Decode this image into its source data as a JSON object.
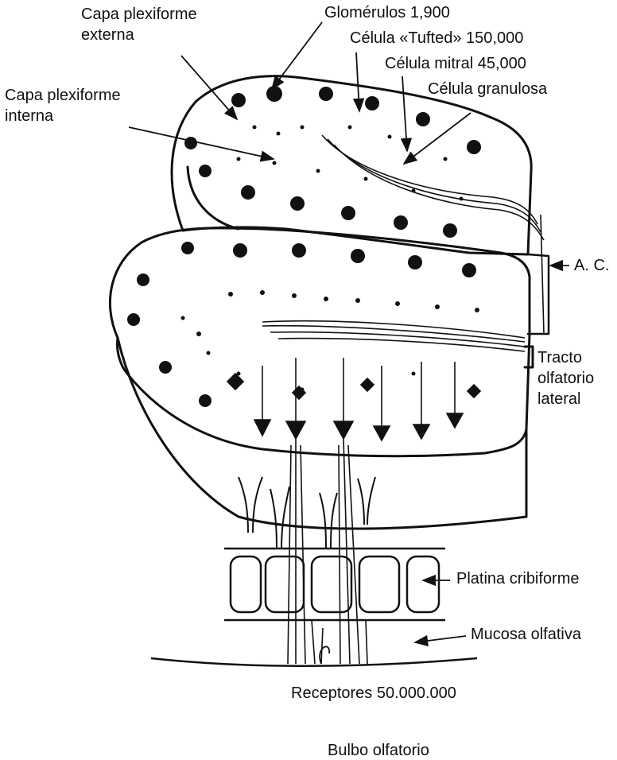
{
  "labels": {
    "capa_plexiforme_externa_1": "Capa plexiforme",
    "capa_plexiforme_externa_2": "externa",
    "glomerulos": "Glomérulos 1,900",
    "celula_tufted": "Célula «Tufted» 150,000",
    "celula_mitral": "Célula mitral 45,000",
    "capa_plexiforme_interna_1": "Capa plexiforme",
    "capa_plexiforme_interna_2": "interna",
    "celula_granulosa": "Célula granulosa",
    "ac": "A. C.",
    "tracto_1": "Tracto",
    "tracto_2": "olfatorio",
    "tracto_3": "lateral",
    "platina": "Platina cribiforme",
    "mucosa": "Mucosa olfativa",
    "receptores": "Receptores 50.000.000",
    "bulbo": "Bulbo olfatorio"
  },
  "colors": {
    "ink": "#111111",
    "paper": "#ffffff"
  }
}
